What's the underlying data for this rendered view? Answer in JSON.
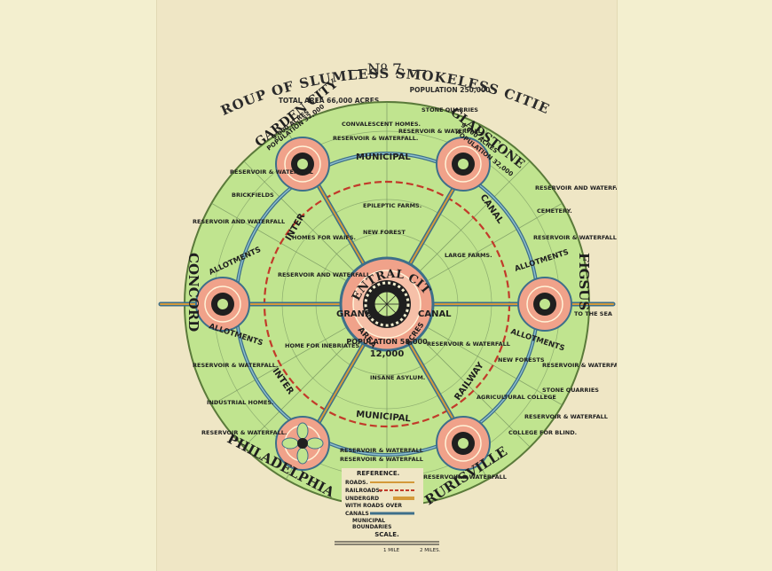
{
  "plate": {
    "number": "— Nº 7. —"
  },
  "title": {
    "main": "GROUP OF SLUMLESS SMOKELESS CITIES.",
    "area": "TOTAL AREA 66,000 ACRES.",
    "population": "POPULATION 250,000"
  },
  "central": {
    "name": "CENTRAL CITY",
    "population": "POPULATION 58,000",
    "area_label": "AREA",
    "area_value": "12,000",
    "area_unit": "ACRES"
  },
  "cities": [
    {
      "name": "GARDEN CITY",
      "acres": "9,000 ACRES",
      "population": "POPULATION 32,000"
    },
    {
      "name": "GLADSTONE",
      "acres": "9,000 ACRES",
      "population": "POPULATION 32,000"
    },
    {
      "name": "CONCORD"
    },
    {
      "name": "FIGSUS"
    },
    {
      "name": "PHILADELPHIA"
    },
    {
      "name": "RURISVILLE"
    }
  ],
  "canals": [
    "INTER",
    "MUNICIPAL",
    "CANAL",
    "GRAND",
    "CANAL"
  ],
  "railway": [
    "INTER",
    "MUNICIPAL",
    "RAILWAY"
  ],
  "labels": {
    "convalescent": "CONVALESCENT HOMES.",
    "stone_q1": "STONE QUARRIES",
    "stone_q2": "STONE QUARRIES",
    "res1": "RESERVOIR & WATERFALL.",
    "res2": "RESERVOIR & WATERFALL.",
    "res3": "RESERVOIR & WATERFALL",
    "res4": "RESERVOIR AND WATERFALL",
    "res5": "RESERVOIR AND WATERFALL",
    "res6": "RESERVOIR & WATERFALL",
    "res7": "RESERVOIR & WATERFALL",
    "res8": "RESERVOIR & WATERFALL.",
    "res9": "RESERVOIR & WATERFALL",
    "res10": "RESERVOIR & WATERFALL",
    "res11": "RESERVOIR & WATERFALL.",
    "res12": "RESERVOIR & WATERFALL",
    "res13": "RESERVOIR & WATERFALL",
    "res14": "RESERVOIR & WATERFALL",
    "brickfields": "BRICKFIELDS",
    "cemetery": "CEMETERY.",
    "epileptic": "EPILEPTIC FARMS.",
    "new_forest": "NEW FOREST",
    "waifs": "HOMES FOR WAIFS.",
    "large_farms": "LARGE FARMS.",
    "res_central": "RESERVOIR AND WATERFALL",
    "allot1": "ALLOTMENTS",
    "allot2": "ALLOTMENTS",
    "allot3": "ALLOTMENTS",
    "allot4": "ALLOTMENTS",
    "inebriates": "HOME FOR INEBRIATES",
    "insane": "INSANE ASYLUM.",
    "new_forests": "NEW FORESTS",
    "agri": "AGRICULTURAL COLLEGE",
    "industrial": "INDUSTRIAL HOMES.",
    "blind": "COLLEGE FOR BLIND.",
    "to_sea": "TO THE SEA"
  },
  "legend": {
    "title": "REFERENCE.",
    "roads": "ROADS.",
    "railroads": "RAILROADS.",
    "underground1": "UNDERGRD",
    "underground2": "WITH ROADS OVER",
    "canals": "CANALS",
    "municipal1": "MUNICIPAL",
    "municipal2": "BOUNDARIES",
    "scale": "SCALE.",
    "scale_1": "1 MILE",
    "scale_2": "2 MILES."
  },
  "colors": {
    "field": "#bfe38a",
    "ring": "#f0a28a",
    "canal": "#3d6f8a",
    "rail": "#c23a2a",
    "road": "#d49a3a",
    "ink": "#2a2a2a"
  }
}
